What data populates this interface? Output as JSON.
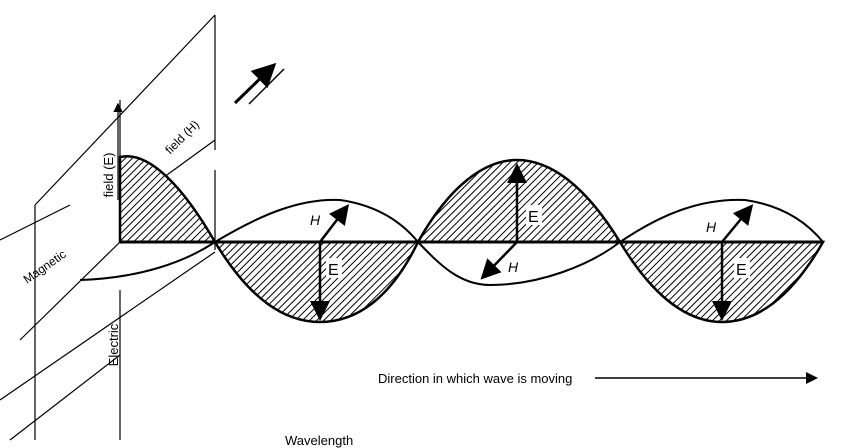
{
  "labels": {
    "electric_field_line1": "Electric",
    "electric_field_line2": "field (E)",
    "magnetic_field_line1": "Magnetic",
    "magnetic_field_line2": "field (H)",
    "e_label": "E",
    "h_label": "H",
    "direction": "Direction in which wave is moving",
    "wavelength": "Wavelength"
  },
  "colors": {
    "ink": "#000000",
    "background": "#ffffff"
  }
}
